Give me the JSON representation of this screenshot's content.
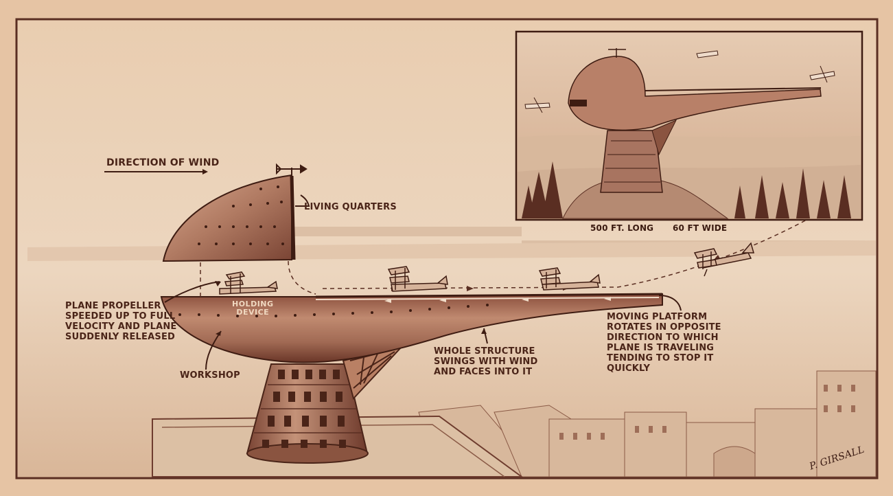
{
  "labels": {
    "direction_of_wind": "DIRECTION OF WIND",
    "living_quarters": "LIVING QUARTERS",
    "plane_propeller": "PLANE PROPELLER\nSPEEDED UP TO FULL\nVELOCITY AND PLANE\nSUDDENLY RELEASED",
    "holding_device": "HOLDING\nDEVICE",
    "workshop": "WORKSHOP",
    "whole_structure": "WHOLE STRUCTURE\nSWINGS WITH WIND\nAND FACES INTO IT",
    "moving_platform": "MOVING PLATFORM\nROTATES IN OPPOSITE\nDIRECTION TO WHICH\nPLANE IS TRAVELING\nTENDING TO STOP IT\nQUICKLY"
  },
  "inset": {
    "length_caption": "500 FT. LONG",
    "width_caption": "60 FT WIDE"
  },
  "signature": "P. GIRSALL",
  "colors": {
    "paper": "#e8c8a8",
    "ink": "#4a2418",
    "frame": "#5a2e22",
    "sky": "#ead2b8",
    "metal": "#a86e58",
    "metal_dark": "#6e3c2e"
  }
}
